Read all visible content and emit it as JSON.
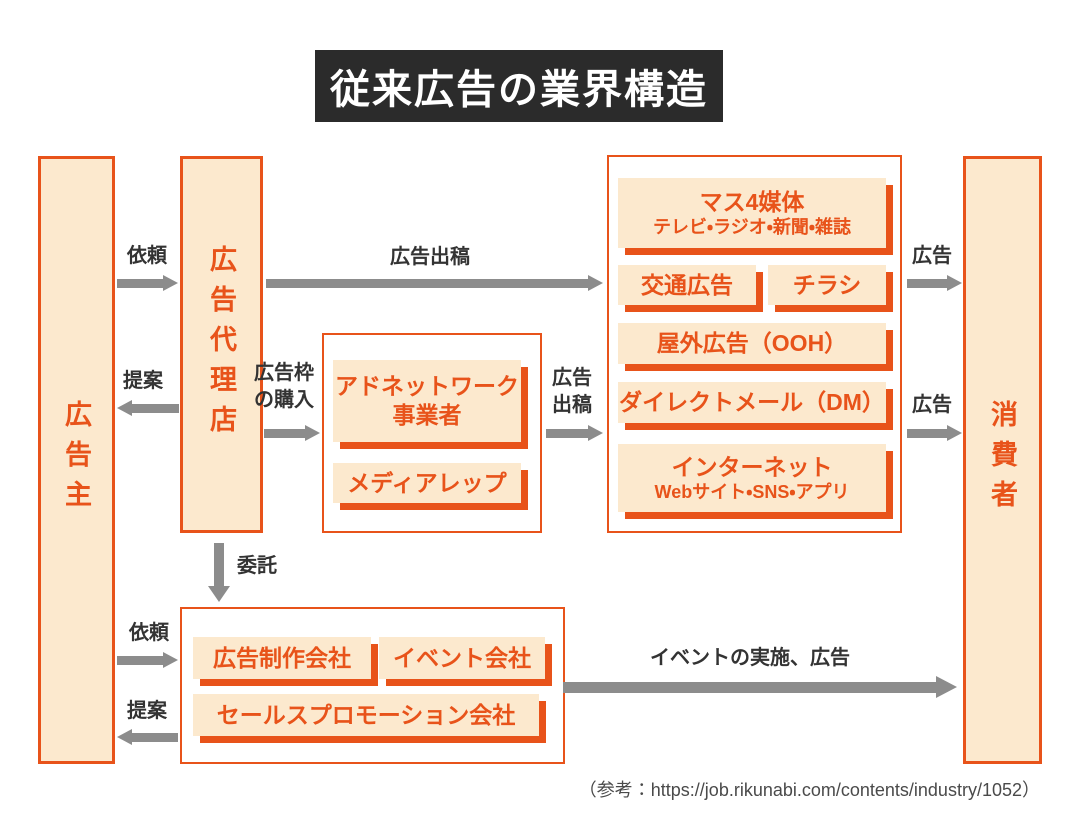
{
  "title": "従来広告の業界構造",
  "colors": {
    "accent_orange": "#E8531A",
    "box_fill_peach": "#FCE9CE",
    "arrow_gray": "#8C8C8C",
    "title_background": "#2B2B2B",
    "label_ink": "#333333"
  },
  "entities": {
    "advertiser": "広告主",
    "agency": "広告代理店",
    "consumer": "消費者"
  },
  "adnetwork_group": {
    "items": [
      {
        "label": "アドネットワーク",
        "label2": "事業者"
      },
      {
        "label": "メディアレップ"
      }
    ]
  },
  "media_group": {
    "items": [
      {
        "label": "マス4媒体",
        "sublabel": "テレビ・ラジオ・新聞・雑誌"
      },
      {
        "label": "交通広告"
      },
      {
        "label": "チラシ"
      },
      {
        "label": "屋外広告（OOH）"
      },
      {
        "label": "ダイレクトメール（DM）"
      },
      {
        "label": "インターネット",
        "sublabel": "Webサイト・SNS・アプリ"
      }
    ]
  },
  "production_group": {
    "items": [
      {
        "label": "広告制作会社"
      },
      {
        "label": "イベント会社"
      },
      {
        "label": "セールスプロモーション会社"
      }
    ]
  },
  "arrows": {
    "request_top": "依頼",
    "proposal_top": "提案",
    "submission_top": "広告出稿",
    "purchase_line1": "広告枠",
    "purchase_line2": "の購入",
    "submission_mid_line1": "広告",
    "submission_mid_line2": "出稿",
    "ad_top": "広告",
    "ad_mid": "広告",
    "commission": "委託",
    "request_bottom": "依頼",
    "proposal_bottom": "提案",
    "event_long": "イベントの実施、広告"
  },
  "citation": "（参考：https://job.rikunabi.com/contents/industry/1052）"
}
